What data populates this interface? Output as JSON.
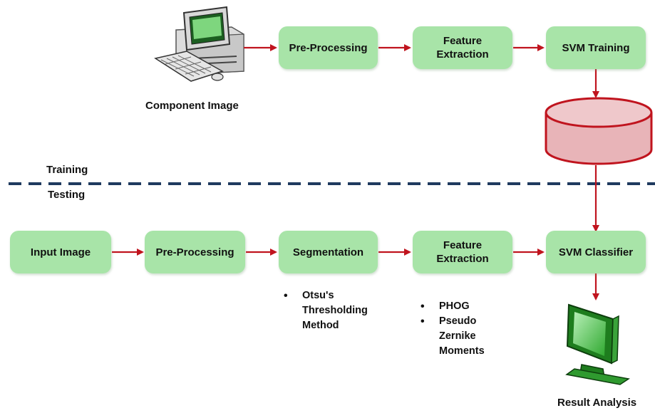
{
  "training": {
    "source_label": "Component Image",
    "steps": [
      "Pre-Processing",
      "Feature Extraction",
      "SVM Training"
    ],
    "database_icon": "database-cylinder-icon",
    "computer_icon": "desktop-computer-icon"
  },
  "divider": {
    "training_label": "Training",
    "testing_label": "Testing",
    "color": "#1f3a5f"
  },
  "testing": {
    "steps": [
      "Input Image",
      "Pre-Processing",
      "Segmentation",
      "Feature Extraction",
      "SVM Classifier"
    ],
    "segmentation_methods": [
      "Otsu's Thresholding Method"
    ],
    "feature_methods": [
      "PHOG",
      "Pseudo Zernike Moments"
    ],
    "result_label": "Result Analysis",
    "monitor_icon": "monitor-icon"
  },
  "colors": {
    "box_fill": "#a8e4a8",
    "arrow": "#c0141e",
    "database_fill": "#e8b4b8",
    "database_stroke": "#c0141e",
    "monitor_fill": "#5ac85a"
  }
}
